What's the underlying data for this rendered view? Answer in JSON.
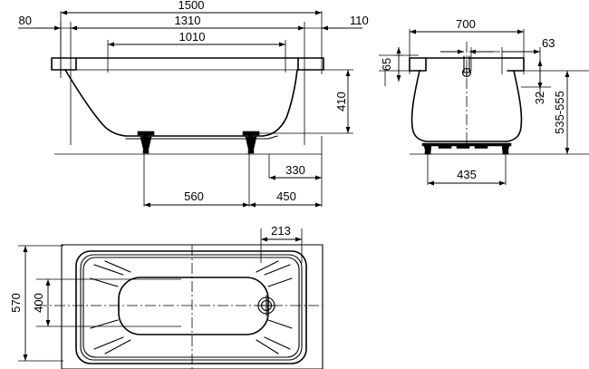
{
  "document": {
    "type": "technical-drawing",
    "subject": "bathtub",
    "units": "mm",
    "background_color": "#ffffff",
    "line_color": "#000000"
  },
  "views": {
    "front_elevation": {
      "name": "front-elevation-view",
      "dimensions": {
        "overall_length": "1500",
        "inner_top_length": "1310",
        "inner_bottom_length": "1010",
        "left_overhang": "80",
        "right_overhang": "110",
        "depth": "410",
        "leg_to_right_edge": "330",
        "leg_spacing": "560",
        "right_leg_offset": "450"
      }
    },
    "side_section": {
      "name": "side-section-view",
      "dimensions": {
        "overall_width": "700",
        "rim_height": "65",
        "drain_offset": "63",
        "overflow_offset": "32",
        "total_height_range": "535-555",
        "foot_span": "435"
      }
    },
    "plan": {
      "name": "plan-view",
      "dimensions": {
        "overall_width": "570",
        "inner_width": "400",
        "drain_from_end": "213"
      }
    }
  },
  "labels": {
    "d1500": "1500",
    "d1310": "1310",
    "d1010": "1010",
    "d80": "80",
    "d110": "110",
    "d410": "410",
    "d330": "330",
    "d560": "560",
    "d450": "450",
    "d700": "700",
    "d65": "65",
    "d63": "63",
    "d32": "32",
    "d535_555": "535-555",
    "d435": "435",
    "d570": "570",
    "d400": "400",
    "d213": "213"
  }
}
